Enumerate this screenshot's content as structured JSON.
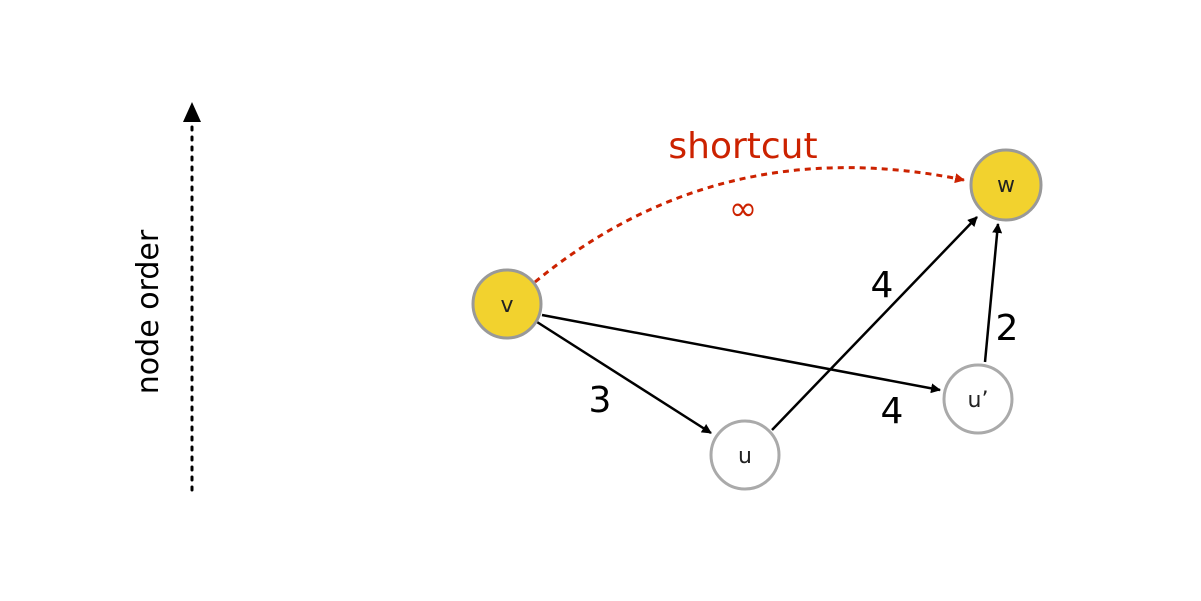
{
  "axis": {
    "label": "node order"
  },
  "shortcut": {
    "label": "shortcut",
    "weight": "∞"
  },
  "nodes": {
    "v": {
      "label": "v"
    },
    "u": {
      "label": "u"
    },
    "u_prime": {
      "label": "u’"
    },
    "w": {
      "label": "w"
    }
  },
  "edges": {
    "v_u": {
      "weight": "3"
    },
    "v_uprime": {
      "weight": "4"
    },
    "u_w": {
      "weight": "4"
    },
    "uprime_w": {
      "weight": "2"
    }
  },
  "colors": {
    "contracted_fill": "#f2d22e",
    "node_stroke": "#999999",
    "plain_fill": "#ffffff",
    "plain_stroke": "#aaaaaa",
    "shortcut": "#cc2200",
    "edge": "#000000"
  }
}
